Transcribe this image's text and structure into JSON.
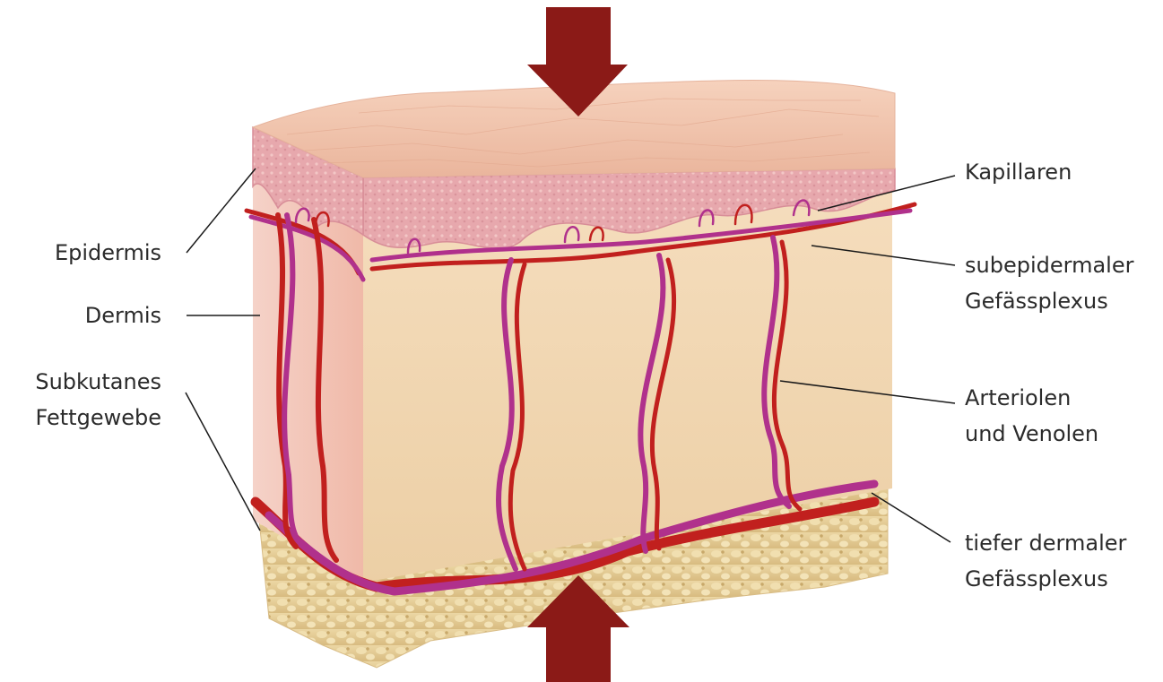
{
  "colors": {
    "arrow": "#8b1a17",
    "epidermis_top": "#f2c4ae",
    "epidermis_side": "#e9a9a6",
    "dermis_front": "#f2d4b2",
    "dermis_side": "#f4c1b3",
    "fat": "#e6cf98",
    "artery": "#c1201e",
    "vein": "#b0318c",
    "leader_line": "#1a1a1a"
  },
  "labels": {
    "epidermis": "Epidermis",
    "dermis": "Dermis",
    "subcutis": [
      "Subkutanes",
      "Fettgewebe"
    ],
    "capillaries": "Kapillaren",
    "subepidermal_plexus": [
      "subepidermaler",
      "Gefässplexus"
    ],
    "arterioles_venules": [
      "Arteriolen",
      "und Venolen"
    ],
    "deep_plexus": [
      "tiefer dermaler",
      "Gefässplexus"
    ]
  },
  "icons": {
    "top_arrow": "down-arrow-icon",
    "bottom_arrow": "up-arrow-icon"
  }
}
